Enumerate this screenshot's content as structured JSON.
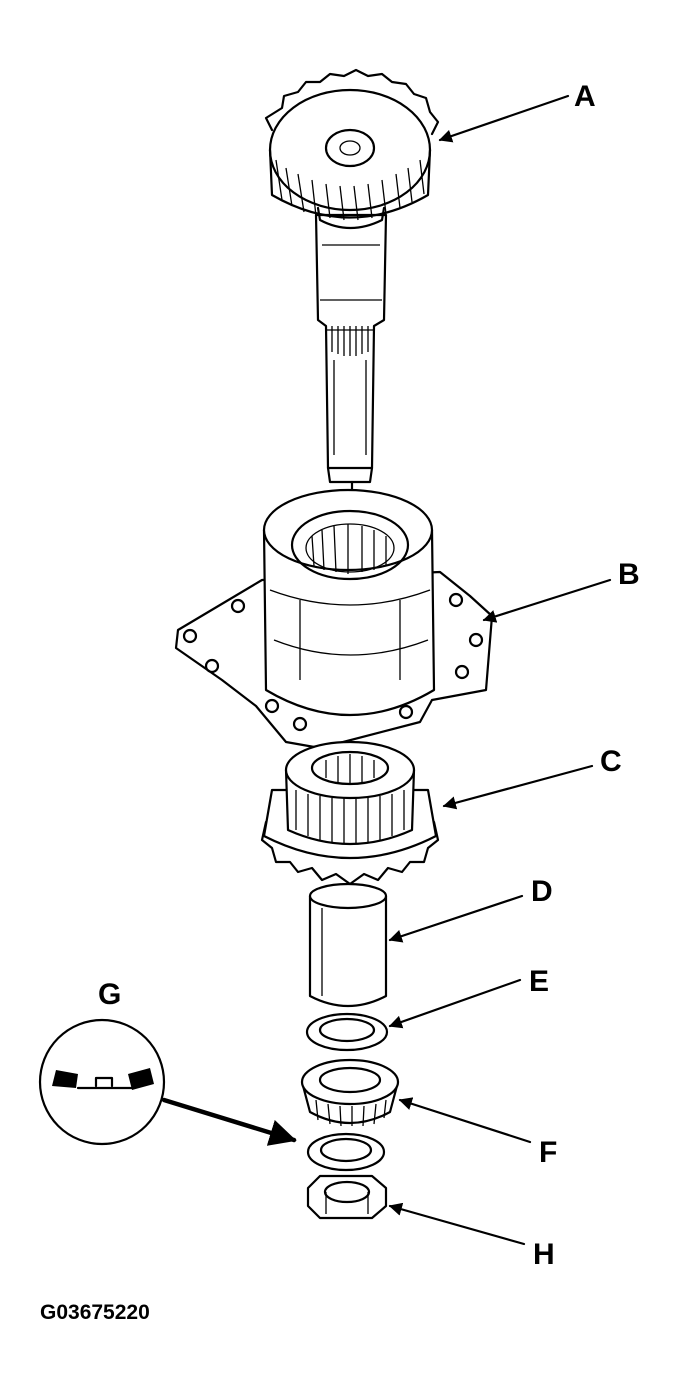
{
  "labels": {
    "a": "A",
    "b": "B",
    "c": "C",
    "d": "D",
    "e": "E",
    "f": "F",
    "g": "G",
    "h": "H"
  },
  "figure_code": "G03675220"
}
